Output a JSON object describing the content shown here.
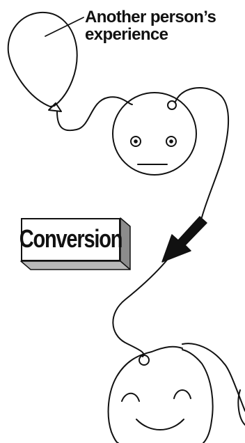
{
  "balloon": {
    "label_line1": "Another person’s",
    "label_line2": "experience"
  },
  "conversion": {
    "label": "Conversion"
  },
  "colors": {
    "ink": "#111111",
    "background": "#ffffff"
  },
  "icons": {
    "balloon": "balloon-icon",
    "neutral_face": "neutral-face-icon",
    "happy_face": "happy-face-icon",
    "arrow": "arrow-down-left-icon"
  }
}
